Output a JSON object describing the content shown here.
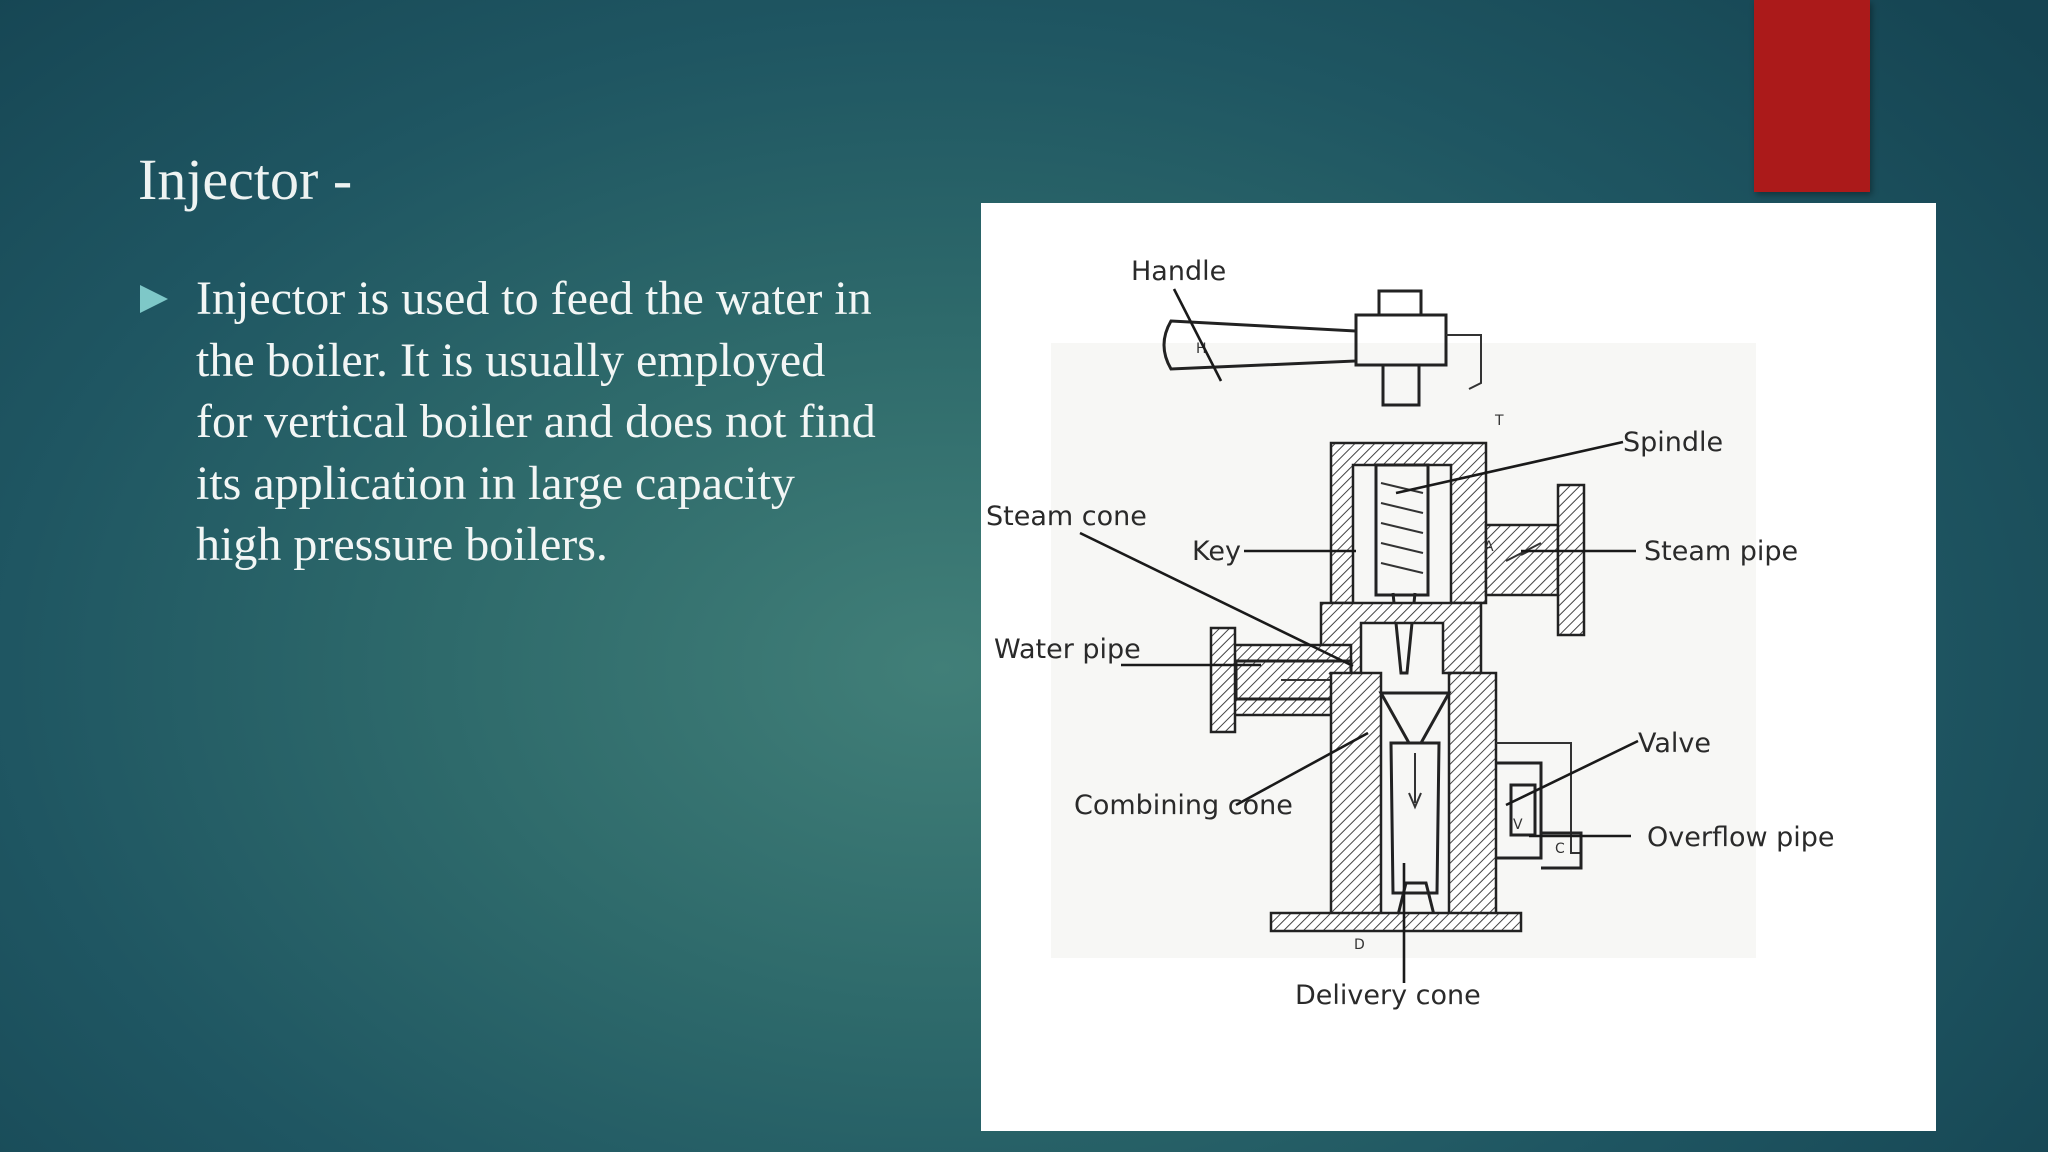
{
  "slide": {
    "title": "Injector -",
    "bullets": [
      "Injector is used to feed the water in the boiler. It is usually employed for vertical boiler and does not find its application in large capacity high pressure boilers."
    ]
  },
  "figure": {
    "labels": {
      "handle": "Handle",
      "spindle": "Spindle",
      "steam_cone": "Steam cone",
      "key": "Key",
      "steam_pipe": "Steam pipe",
      "water_pipe": "Water pipe",
      "valve": "Valve",
      "combining_cone": "Combining cone",
      "overflow_pipe": "Overflow pipe",
      "delivery_cone": "Delivery cone"
    },
    "part_letters": {
      "h": "H",
      "t": "T",
      "a": "A",
      "v": "V",
      "c": "C",
      "d": "D"
    }
  },
  "colors": {
    "background_center": "#417f78",
    "background_edge": "#154452",
    "accent_bar": "#ab1a1a",
    "bullet_marker": "#7ec8c8",
    "text": "#f2f6f5",
    "figure_background": "#ffffff"
  }
}
